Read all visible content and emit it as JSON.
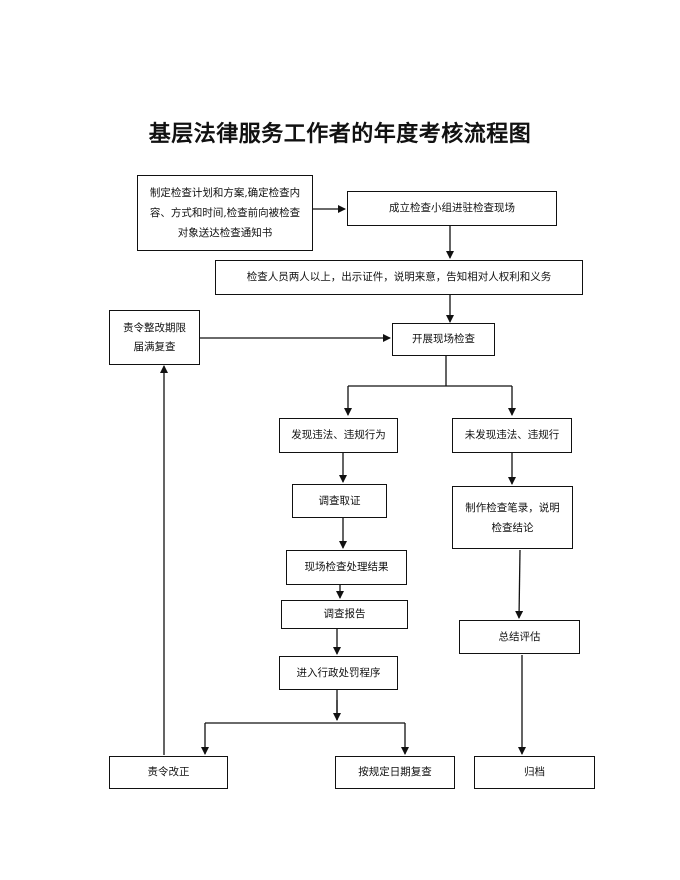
{
  "title": "基层法律服务工作者的年度考核流程图",
  "nodes": {
    "plan": "制定检查计划和方案,确定检查内容、方式和时间,检查前向被检查对象送达检查通知书",
    "team": "成立检查小组进驻检查现场",
    "persons": "检查人员两人以上，出示证件，说明来意，告知相对人权利和义务",
    "recheck_deadline": "责令整改期限届满复查",
    "onsite": "开展现场检查",
    "violation_found": "发现违法、违规行为",
    "no_violation": "未发现违法、违规行",
    "evidence": "调查取证",
    "record": "制作检查笔录，说明检查结论",
    "result": "现场检查处理结果",
    "report": "调查报告",
    "summary": "总结评估",
    "penalty": "进入行政处罚程序",
    "order_fix": "责令改正",
    "recheck_date": "按规定日期复查",
    "archive": "归档"
  }
}
